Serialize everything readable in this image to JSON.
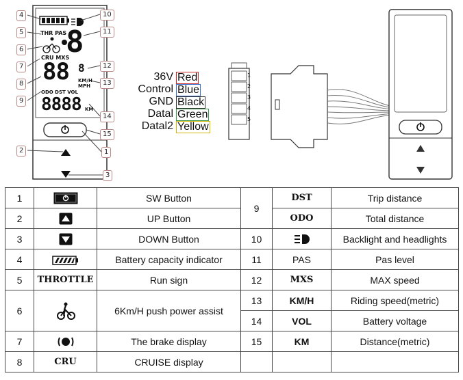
{
  "callouts": [
    "4",
    "5",
    "6",
    "7",
    "8",
    "9",
    "10",
    "11",
    "12",
    "13",
    "14",
    "15",
    "1",
    "2",
    "3"
  ],
  "lcd": {
    "thr_pas": "THR PAS",
    "cru_mxs": "CRU MXS",
    "odo_dst_vol": "ODO DST VOL",
    "big_digit": "8",
    "speed_digits": "88",
    "speed_small": "8",
    "kmh": "KM/H",
    "mph": "MPH",
    "distance_digits": "8888",
    "km": "KM"
  },
  "wiring": [
    {
      "signal": "36V",
      "color": "Red",
      "hex": "#cc2222"
    },
    {
      "signal": "Control",
      "color": "Blue",
      "hex": "#3a6fd0"
    },
    {
      "signal": "GND",
      "color": "Black",
      "hex": "#333333"
    },
    {
      "signal": "Datal",
      "color": "Green",
      "hex": "#3a9a4a"
    },
    {
      "signal": "Datal2",
      "color": "Yellow",
      "hex": "#d6b400"
    }
  ],
  "connector_pins": [
    "1",
    "2",
    "3",
    "4",
    "5"
  ],
  "table": {
    "left": [
      {
        "num": "1",
        "icon": "power-button-icon",
        "desc": "SW Button"
      },
      {
        "num": "2",
        "icon": "up-button-icon",
        "desc": "UP Button"
      },
      {
        "num": "3",
        "icon": "down-button-icon",
        "desc": "DOWN Button"
      },
      {
        "num": "4",
        "icon": "battery-icon",
        "desc": "Battery capacity indicator"
      },
      {
        "num": "5",
        "code": "THROTTLE",
        "desc": "Run sign"
      },
      {
        "num": "6",
        "icon": "walk-assist-icon",
        "desc": "6Km/H push power assist"
      },
      {
        "num": "7",
        "icon": "brake-icon",
        "desc": "The brake display"
      },
      {
        "num": "8",
        "code": "CRU",
        "desc": "CRUISE display"
      }
    ],
    "right": [
      {
        "num": "9",
        "code": "DST",
        "desc": "Trip distance"
      },
      {
        "num": "",
        "code": "ODO",
        "desc": "Total distance"
      },
      {
        "num": "10",
        "icon": "headlight-icon",
        "desc": "Backlight and headlights"
      },
      {
        "num": "11",
        "code": "PAS",
        "desc": "Pas level"
      },
      {
        "num": "12",
        "code": "MXS",
        "desc": "MAX speed"
      },
      {
        "num": "13",
        "code": "KM/H",
        "desc": "Riding speed(metric)"
      },
      {
        "num": "14",
        "code": "VOL",
        "desc": "Battery voltage"
      },
      {
        "num": "15",
        "code": "KM",
        "desc": "Distance(metric)"
      }
    ]
  }
}
